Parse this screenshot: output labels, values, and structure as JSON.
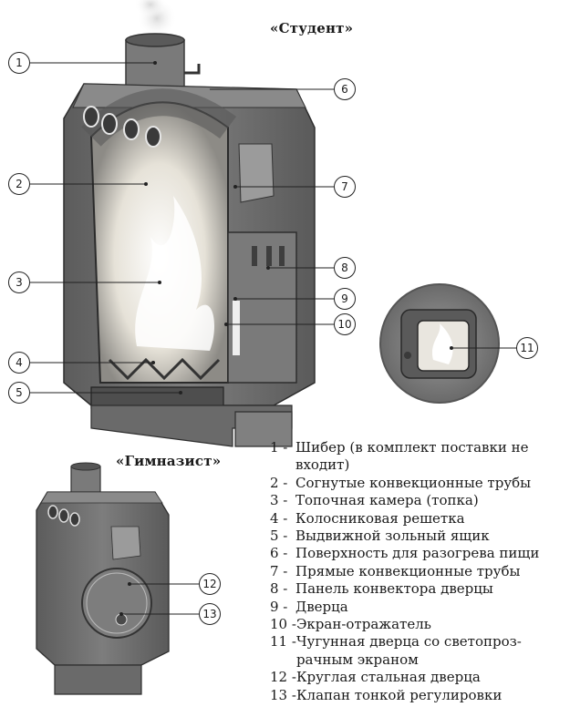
{
  "titles": {
    "student": "«Студент»",
    "gymnasist": "«Гимназист»"
  },
  "callouts": [
    "1",
    "2",
    "3",
    "4",
    "5",
    "6",
    "7",
    "8",
    "9",
    "10",
    "11",
    "12",
    "13"
  ],
  "legend": [
    {
      "num": "1 -",
      "text": "Шибер (в комплект поставки не входит)"
    },
    {
      "num": "2 -",
      "text": "Согнутые конвекционные трубы"
    },
    {
      "num": "3 -",
      "text": "Топочная камера (топка)"
    },
    {
      "num": "4 -",
      "text": "Колосниковая решетка"
    },
    {
      "num": "5 -",
      "text": "Выдвижной зольный ящик"
    },
    {
      "num": "6 -",
      "text": "Поверхность для разогрева пищи"
    },
    {
      "num": "7 -",
      "text": "Прямые конвекционные трубы"
    },
    {
      "num": "8 -",
      "text": "Панель конвектора дверцы"
    },
    {
      "num": "9 -",
      "text": "Дверца"
    },
    {
      "num": "10 -",
      "text": "Экран-отражатель"
    },
    {
      "num": "11 -",
      "text": "Чугунная дверца со светопроз-рачным экраном"
    },
    {
      "num": "12 -",
      "text": "Круглая стальная дверца"
    },
    {
      "num": "13 -",
      "text": "Клапан тонкой регулировки"
    }
  ],
  "colors": {
    "steel": "#6e6e6e",
    "steel_dark": "#4a4a4a",
    "steel_light": "#9a9a9a",
    "fire": "#f4f1ea"
  }
}
